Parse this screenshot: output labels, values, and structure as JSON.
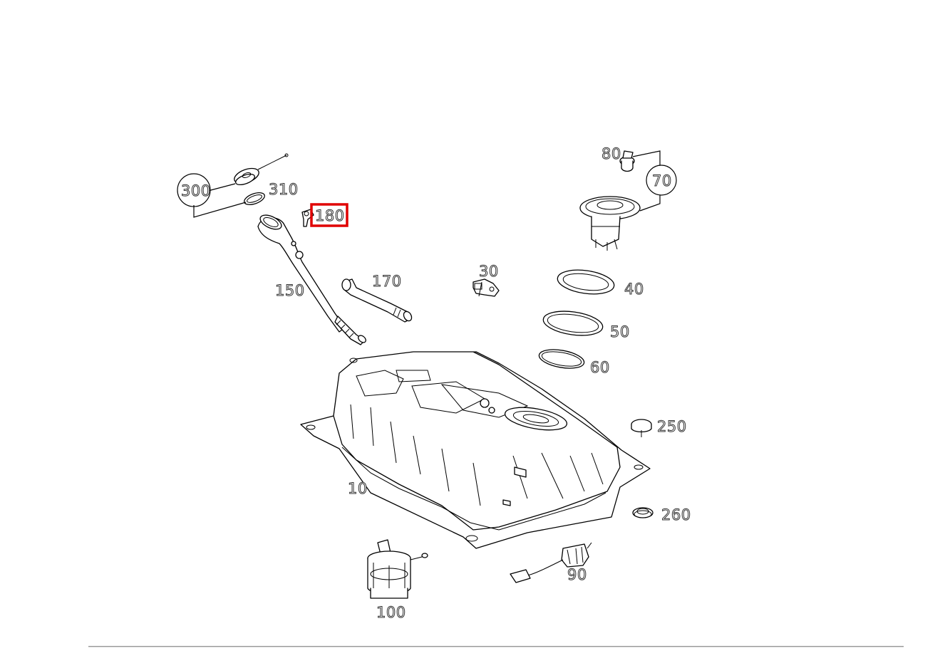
{
  "diagram": {
    "highlighted_callout": "180",
    "callouts": [
      {
        "id": "300",
        "label": "300",
        "circled": true
      },
      {
        "id": "310",
        "label": "310"
      },
      {
        "id": "180",
        "label": "180"
      },
      {
        "id": "150",
        "label": "150"
      },
      {
        "id": "170",
        "label": "170"
      },
      {
        "id": "30",
        "label": "30"
      },
      {
        "id": "80",
        "label": "80"
      },
      {
        "id": "70",
        "label": "70",
        "circled": true
      },
      {
        "id": "40",
        "label": "40"
      },
      {
        "id": "50",
        "label": "50"
      },
      {
        "id": "60",
        "label": "60"
      },
      {
        "id": "250",
        "label": "250"
      },
      {
        "id": "260",
        "label": "260"
      },
      {
        "id": "10",
        "label": "10"
      },
      {
        "id": "90",
        "label": "90"
      },
      {
        "id": "100",
        "label": "100"
      }
    ],
    "colors": {
      "highlight": "#e00000",
      "line": "#000000",
      "background": "#ffffff"
    }
  }
}
